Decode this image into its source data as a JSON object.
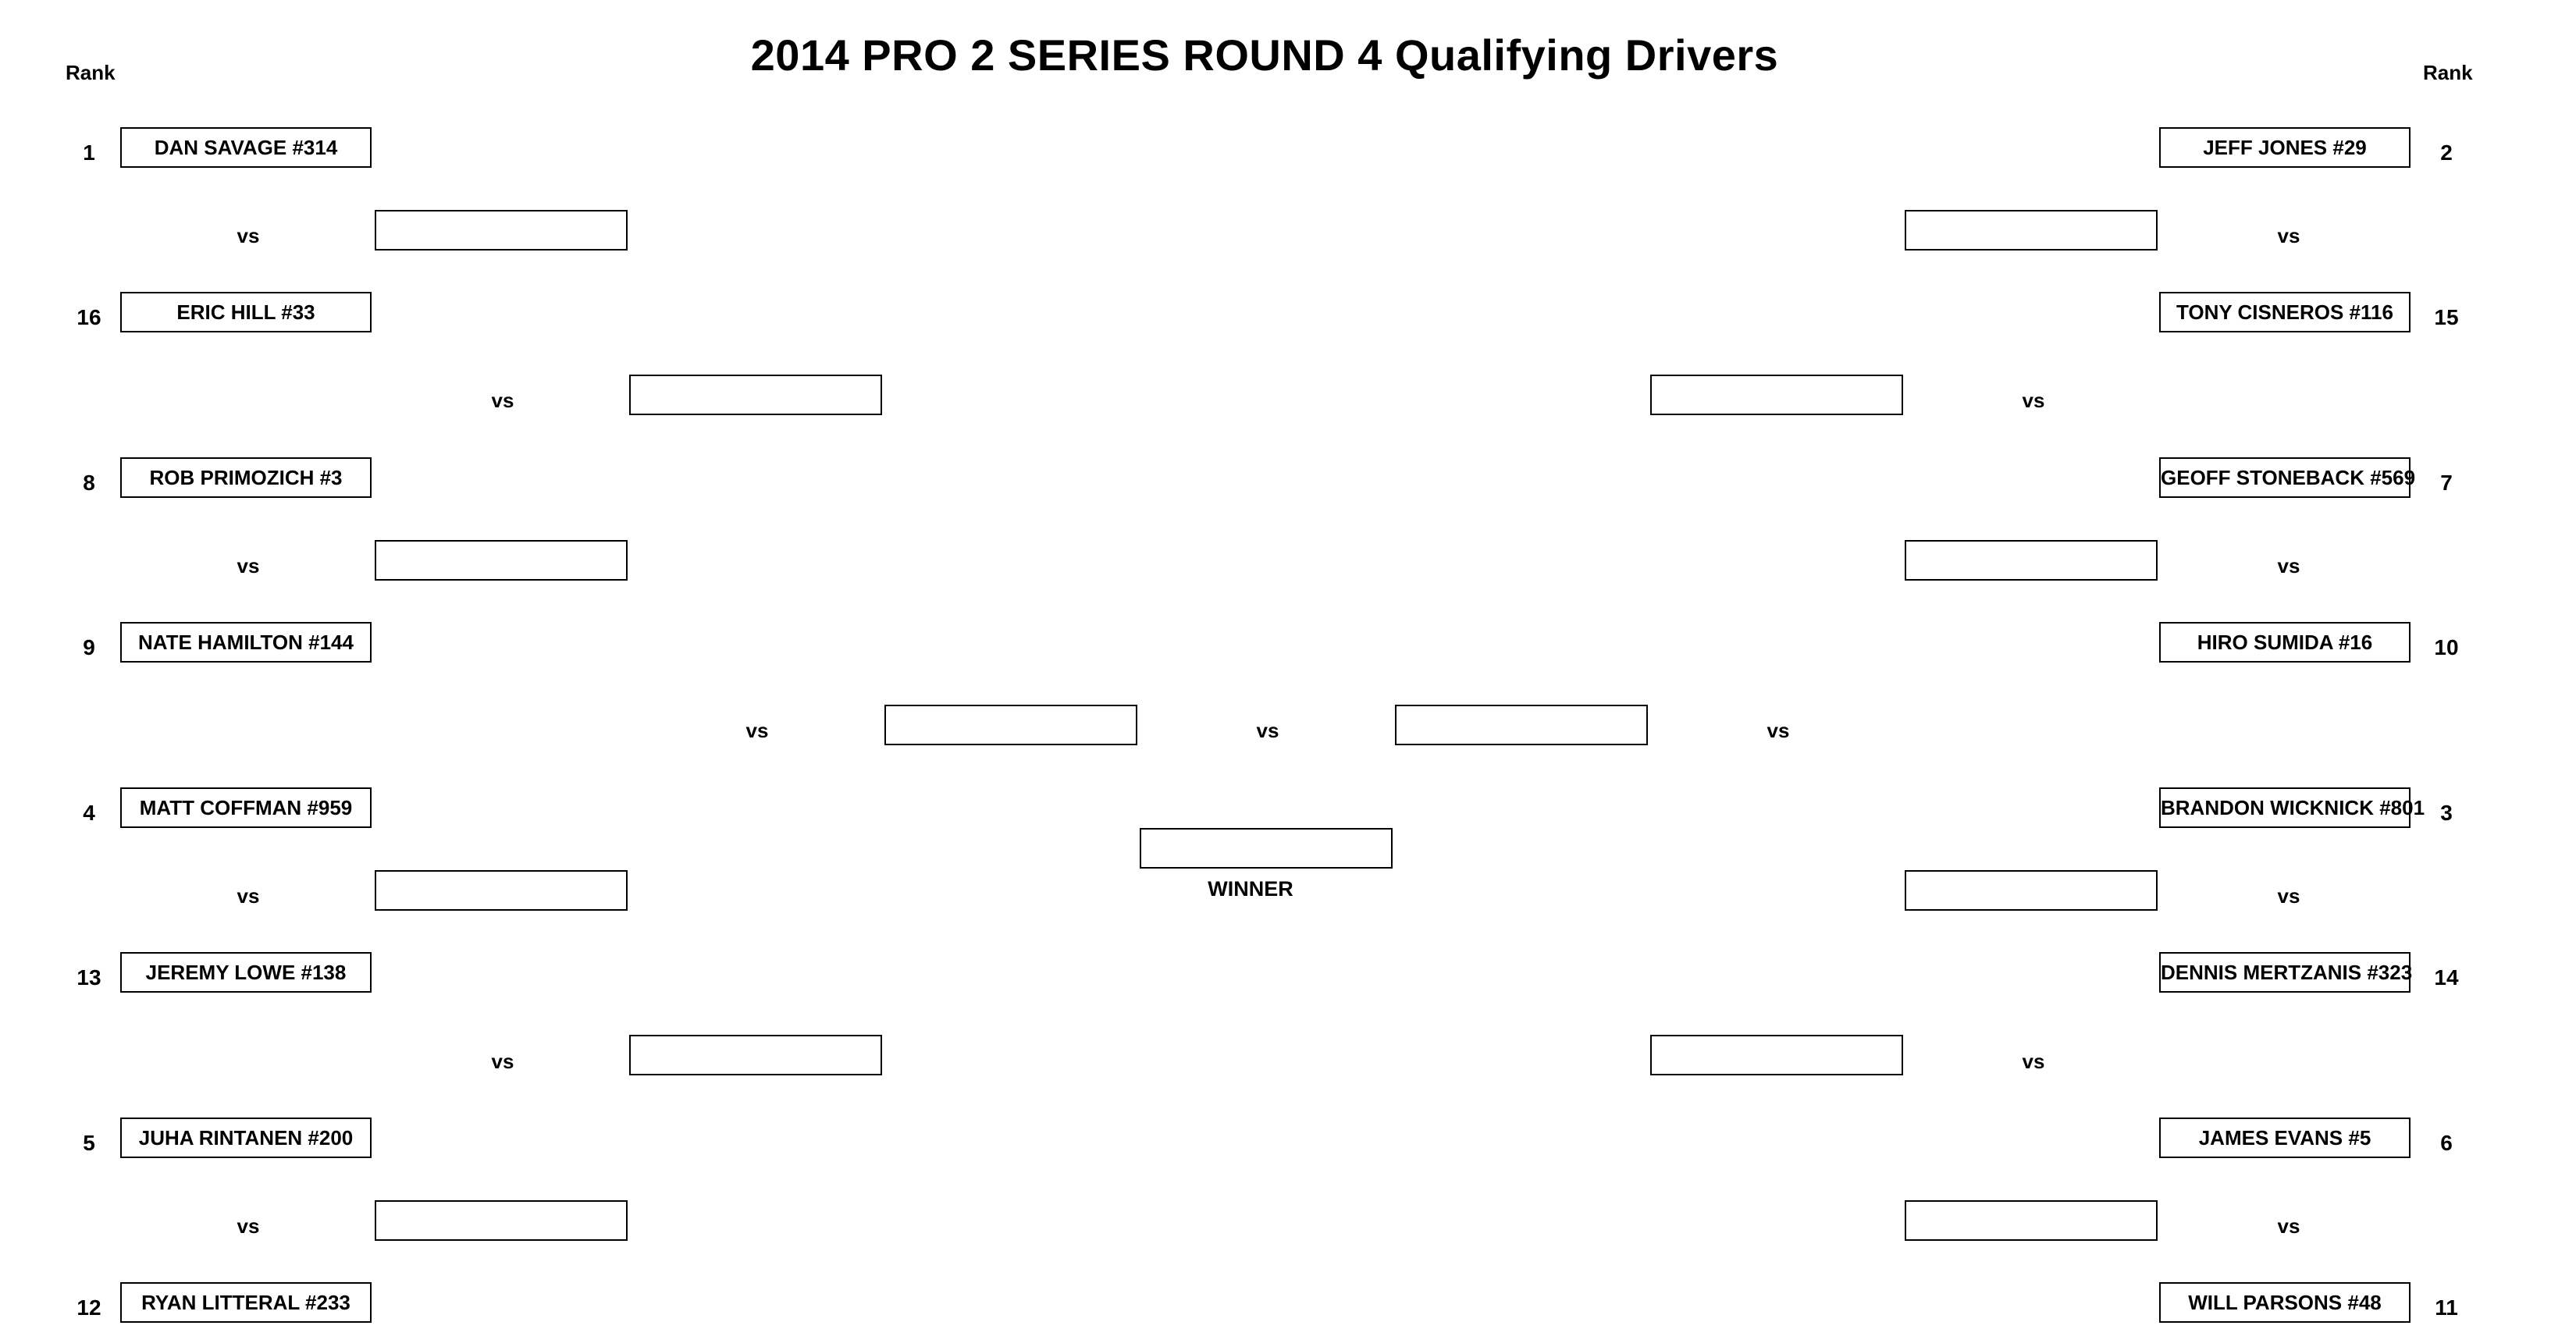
{
  "title": "2014 PRO 2 SERIES ROUND 4 Qualifying Drivers",
  "rank_header": "Rank",
  "vs_label": "vs",
  "winner_label": "WINNER",
  "left_drivers": [
    {
      "rank": "1",
      "name": "DAN SAVAGE #314"
    },
    {
      "rank": "16",
      "name": "ERIC HILL #33"
    },
    {
      "rank": "8",
      "name": "ROB PRIMOZICH #3"
    },
    {
      "rank": "9",
      "name": "NATE HAMILTON #144"
    },
    {
      "rank": "4",
      "name": "MATT COFFMAN #959"
    },
    {
      "rank": "13",
      "name": "JEREMY LOWE #138"
    },
    {
      "rank": "5",
      "name": "JUHA RINTANEN #200"
    },
    {
      "rank": "12",
      "name": "RYAN LITTERAL #233"
    }
  ],
  "right_drivers": [
    {
      "rank": "2",
      "name": "JEFF JONES #29"
    },
    {
      "rank": "15",
      "name": "TONY CISNEROS #116"
    },
    {
      "rank": "7",
      "name": "GEOFF STONEBACK #569"
    },
    {
      "rank": "10",
      "name": "HIRO SUMIDA #16"
    },
    {
      "rank": "3",
      "name": "BRANDON WICKNICK #801"
    },
    {
      "rank": "14",
      "name": "DENNIS MERTZANIS #323"
    },
    {
      "rank": "6",
      "name": "JAMES EVANS #5"
    },
    {
      "rank": "11",
      "name": "WILL PARSONS #48"
    }
  ]
}
